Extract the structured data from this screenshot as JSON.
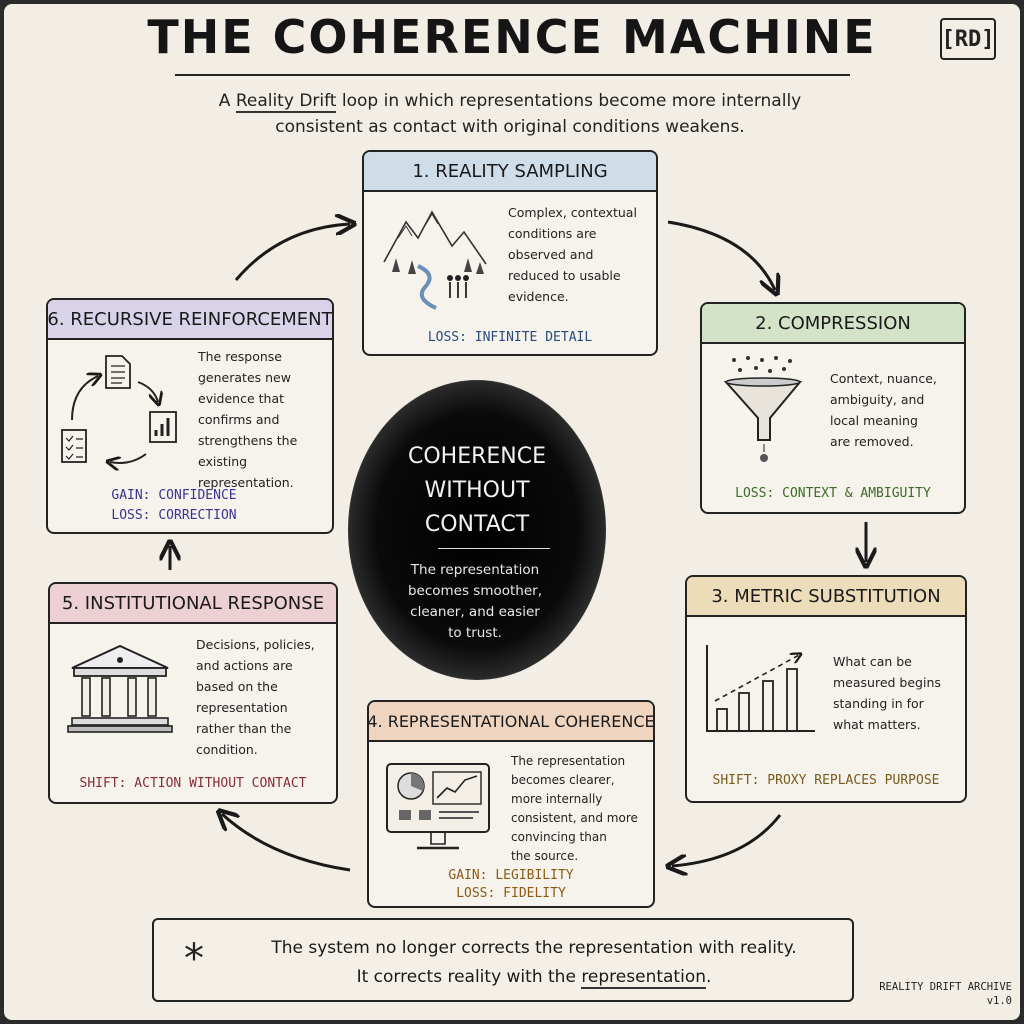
{
  "header": {
    "title": "THE COHERENCE MACHINE",
    "logo": "[RD]",
    "subtitle_pre": "A ",
    "subtitle_link": "Reality Drift",
    "subtitle_line1_rest": " loop in which representations become more internally",
    "subtitle_line2": "consistent as contact with original conditions weakens."
  },
  "steps": [
    {
      "title": "1. REALITY SAMPLING",
      "color": "#cfdde9",
      "desc": [
        "Complex, contextual",
        "conditions are",
        "observed and",
        "reduced to usable",
        "evidence."
      ],
      "tags": [
        "LOSS: INFINITE DETAIL"
      ],
      "tag_color": "#2b4a7a",
      "icon": "landscape-icon"
    },
    {
      "title": "2. COMPRESSION",
      "color": "#d4e2c8",
      "desc": [
        "Context, nuance,",
        "ambiguity, and",
        "local meaning",
        "are removed."
      ],
      "tags": [
        "LOSS: CONTEXT & AMBIGUITY"
      ],
      "tag_color": "#3d6a2a",
      "icon": "funnel-icon"
    },
    {
      "title": "3. METRIC SUBSTITUTION",
      "color": "#ecdcb9",
      "desc": [
        "What can be",
        "measured begins",
        "standing in for",
        "what matters."
      ],
      "tags": [
        "SHIFT: PROXY REPLACES PURPOSE"
      ],
      "tag_color": "#7a5a1e",
      "icon": "bar-chart-icon"
    },
    {
      "title": "4. REPRESENTATIONAL COHERENCE",
      "color": "#efd5bf",
      "desc": [
        "The representation",
        "becomes clearer,",
        "more internally",
        "consistent, and more",
        "convincing than",
        "the source."
      ],
      "tags": [
        "GAIN: LEGIBILITY",
        "LOSS: FIDELITY"
      ],
      "tag_color": "#8a5a16",
      "icon": "dashboard-monitor-icon"
    },
    {
      "title": "5. INSTITUTIONAL RESPONSE",
      "color": "#ecd0d4",
      "desc": [
        "Decisions, policies,",
        "and actions are",
        "based on the",
        "representation",
        "rather than the",
        "condition."
      ],
      "tags": [
        "SHIFT: ACTION WITHOUT CONTACT"
      ],
      "tag_color": "#8a2a3a",
      "icon": "institution-icon"
    },
    {
      "title": "6. RECURSIVE REINFORCEMENT",
      "color": "#d9d3ea",
      "desc": [
        "The response",
        "generates new",
        "evidence that",
        "confirms and",
        "strengthens the",
        "existing",
        "representation."
      ],
      "tags": [
        "GAIN: CONFIDENCE",
        "LOSS: CORRECTION"
      ],
      "tag_color": "#3a3490",
      "icon": "cycle-documents-icon"
    }
  ],
  "center": {
    "title": [
      "COHERENCE",
      "WITHOUT",
      "CONTACT"
    ],
    "text": [
      "The representation",
      "becomes smoother,",
      "cleaner, and easier",
      "to trust."
    ]
  },
  "footer": {
    "star": "*",
    "line1": "The system no longer corrects the representation with reality.",
    "line2_pre": "It corrects reality with the ",
    "line2_link": "representation",
    "line2_post": ".",
    "archive": "REALITY DRIFT ARCHIVE",
    "version": "v1.0"
  }
}
